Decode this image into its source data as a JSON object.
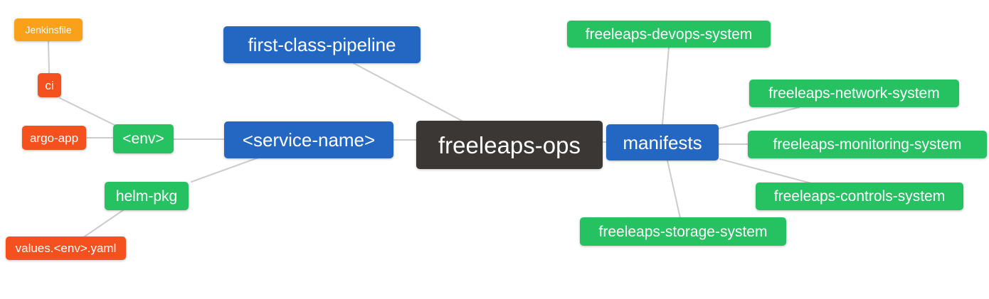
{
  "diagram": {
    "type": "mindmap",
    "root_label": "freeleaps-ops",
    "nodes": [
      {
        "id": "jenkinsfile",
        "label": "Jenkinsfile",
        "level": 4
      },
      {
        "id": "ci",
        "label": "ci",
        "level": 3
      },
      {
        "id": "argo-app",
        "label": "argo-app",
        "level": 3
      },
      {
        "id": "env",
        "label": "<env>",
        "level": 2
      },
      {
        "id": "helm-pkg",
        "label": "helm-pkg",
        "level": 2
      },
      {
        "id": "values-env-yaml",
        "label": "values.<env>.yaml",
        "level": 3
      },
      {
        "id": "first-class-pipeline",
        "label": "first-class-pipeline",
        "level": 1
      },
      {
        "id": "service-name",
        "label": "<service-name>",
        "level": 1
      },
      {
        "id": "freeleaps-ops",
        "label": "freeleaps-ops",
        "level": 0
      },
      {
        "id": "manifests",
        "label": "manifests",
        "level": 1
      },
      {
        "id": "devops-system",
        "label": "freeleaps-devops-system",
        "level": 2
      },
      {
        "id": "network-system",
        "label": "freeleaps-network-system",
        "level": 2
      },
      {
        "id": "monitoring-system",
        "label": "freeleaps-monitoring-system",
        "level": 2
      },
      {
        "id": "controls-system",
        "label": "freeleaps-controls-system",
        "level": 2
      },
      {
        "id": "storage-system",
        "label": "freeleaps-storage-system",
        "level": 2
      }
    ],
    "edges": [
      {
        "from": "jenkinsfile",
        "to": "ci"
      },
      {
        "from": "ci",
        "to": "env"
      },
      {
        "from": "argo-app",
        "to": "env"
      },
      {
        "from": "env",
        "to": "service-name"
      },
      {
        "from": "helm-pkg",
        "to": "values-env-yaml"
      },
      {
        "from": "service-name",
        "to": "helm-pkg"
      },
      {
        "from": "first-class-pipeline",
        "to": "freeleaps-ops"
      },
      {
        "from": "service-name",
        "to": "freeleaps-ops"
      },
      {
        "from": "freeleaps-ops",
        "to": "manifests"
      },
      {
        "from": "manifests",
        "to": "devops-system"
      },
      {
        "from": "manifests",
        "to": "network-system"
      },
      {
        "from": "manifests",
        "to": "monitoring-system"
      },
      {
        "from": "manifests",
        "to": "controls-system"
      },
      {
        "from": "manifests",
        "to": "storage-system"
      }
    ]
  },
  "palette": {
    "c-root": "#3b3734",
    "c-l1": "#2467c2",
    "c-l2": "#26c262",
    "c-l3": "#f4511e",
    "c-l4": "#f9a11b",
    "c-edge": "#cccccc"
  }
}
